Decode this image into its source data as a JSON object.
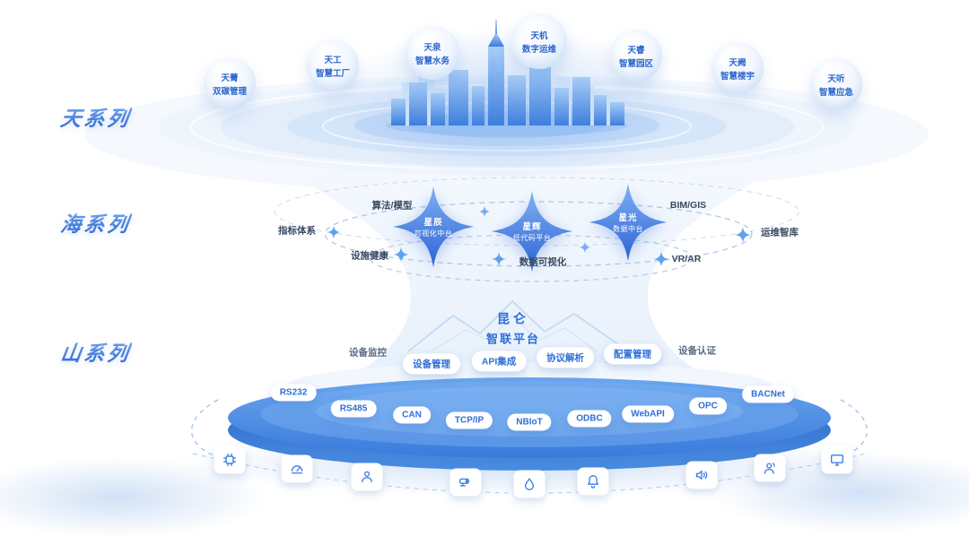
{
  "series": {
    "tian": {
      "label": "天系列"
    },
    "hai": {
      "label": "海系列"
    },
    "shan": {
      "label": "山系列"
    }
  },
  "applications": [
    {
      "name": "天菁",
      "desc": "双碳管理"
    },
    {
      "name": "天工",
      "desc": "智慧工厂"
    },
    {
      "name": "天泉",
      "desc": "智慧水务"
    },
    {
      "name": "天机",
      "desc": "数字运维"
    },
    {
      "name": "天睿",
      "desc": "智慧园区"
    },
    {
      "name": "天阙",
      "desc": "智慧楼宇"
    },
    {
      "name": "天听",
      "desc": "智慧应急"
    }
  ],
  "middle_platforms": [
    {
      "name": "星辰",
      "desc": "可视化中台"
    },
    {
      "name": "星辉",
      "desc": "低代码平台"
    },
    {
      "name": "星光",
      "desc": "数据中台"
    }
  ],
  "capability_tags": [
    {
      "label": "算法/模型"
    },
    {
      "label": "BIM/GIS"
    },
    {
      "label": "指标体系"
    },
    {
      "label": "运维智库"
    },
    {
      "label": "设施健康"
    },
    {
      "label": "数据可视化"
    },
    {
      "label": "VR/AR"
    }
  ],
  "iot_platform": {
    "name": "昆仑",
    "subtitle": "智联平台",
    "functions": [
      "设备监控",
      "设备管理",
      "API集成",
      "协议解析",
      "配置管理",
      "设备认证"
    ],
    "protocols": [
      "RS232",
      "RS485",
      "CAN",
      "TCP/IP",
      "NBIoT",
      "ODBC",
      "WebAPI",
      "OPC",
      "BACNet"
    ]
  },
  "devices": [
    {
      "icon": "chip-icon"
    },
    {
      "icon": "gauge-icon"
    },
    {
      "icon": "person-icon"
    },
    {
      "icon": "cctv-camera-icon"
    },
    {
      "icon": "water-drop-icon"
    },
    {
      "icon": "alarm-bell-icon"
    },
    {
      "icon": "speaker-icon"
    },
    {
      "icon": "person-sensor-icon"
    },
    {
      "icon": "monitor-icon"
    }
  ],
  "colors": {
    "brand_blue": "#2e6fd8",
    "disk_blue": "#3a7adb",
    "light_blue": "#d7e7fb",
    "text_dark": "#394961"
  }
}
